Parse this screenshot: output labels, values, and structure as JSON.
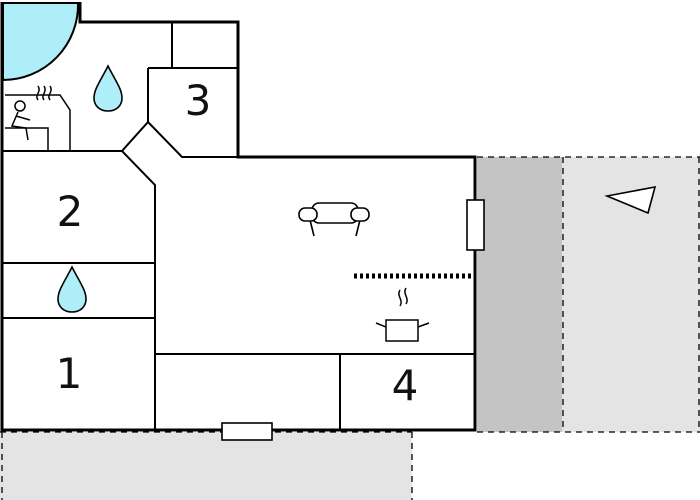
{
  "rooms": [
    {
      "key": "1",
      "label": "1"
    },
    {
      "key": "2",
      "label": "2"
    },
    {
      "key": "3",
      "label": "3"
    },
    {
      "key": "4",
      "label": "4"
    }
  ],
  "icons": [
    "shower-icon",
    "sauna-icon",
    "water-drop-icon",
    "sofa-icon",
    "cooking-pot-icon",
    "compass-arrow-icon",
    "radiator-icon"
  ],
  "colors": {
    "wall": "#000000",
    "shower": "#aeeef9",
    "terrace_light": "#e4e4e4",
    "terrace_dark": "#c4c4c4",
    "water_drop": "#aeeef9",
    "floor": "#ffffff"
  }
}
